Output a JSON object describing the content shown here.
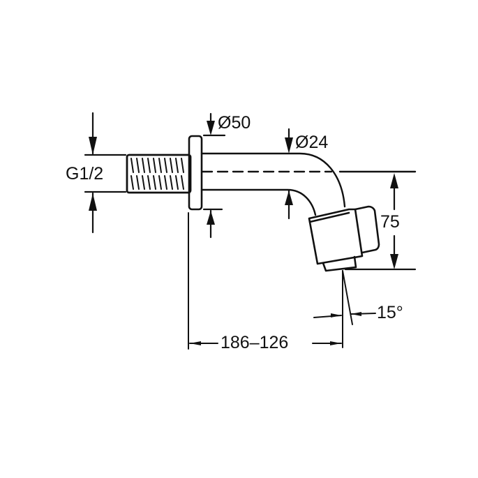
{
  "drawing": {
    "type": "technical-dimension-drawing",
    "subject": "wall-mounted spout with thread and aerator",
    "line_color": "#111111",
    "background": "#ffffff"
  },
  "labels": {
    "thread": "G1/2",
    "flange_diameter": "Ø50",
    "spout_diameter": "Ø24",
    "height": "75",
    "angle": "15°",
    "projection": "186–126"
  }
}
